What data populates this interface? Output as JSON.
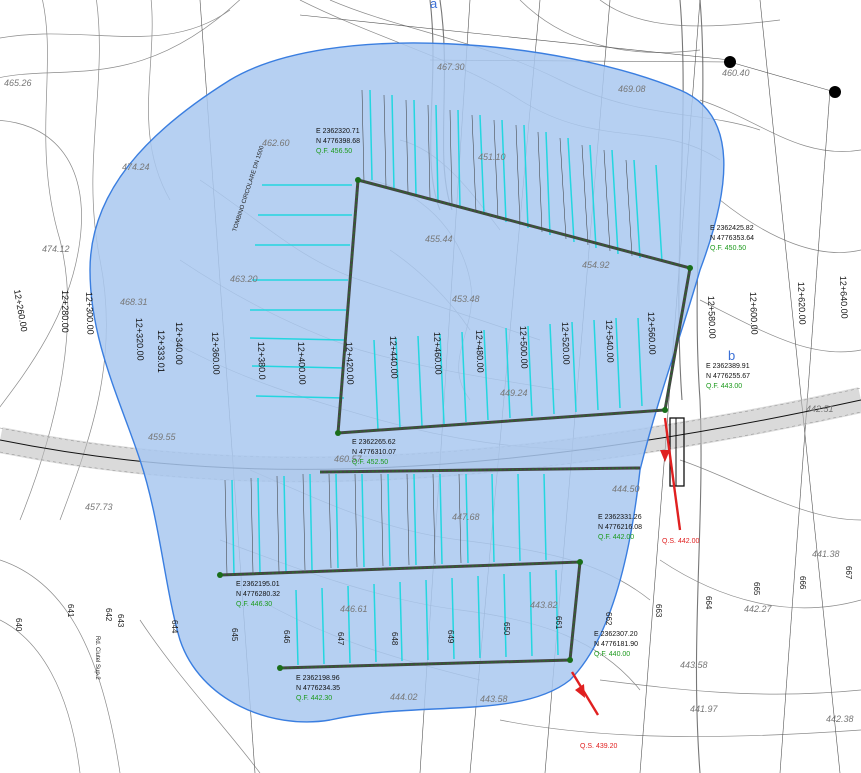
{
  "basin": {
    "fill": "#a9c8f0",
    "stroke": "#3a7ee0"
  },
  "elevations": [
    "467.30",
    "469.08",
    "460.40",
    "462.60",
    "451.10",
    "455.44",
    "454.92",
    "474.24",
    "474.12",
    "463.20",
    "468.31",
    "453.48",
    "449.24",
    "442.51",
    "459.55",
    "447.68",
    "444.50",
    "457.73",
    "446.61",
    "443.82",
    "441.38",
    "442.27",
    "444.02",
    "443.58",
    "443.58",
    "441.97",
    "442.38",
    "465.26",
    "460.57"
  ],
  "coord_blocks": [
    {
      "e": "E 2362320.71",
      "n": "N 4776398.68",
      "q": "Q.F. 456.50"
    },
    {
      "e": "E 2362425.82",
      "n": "N 4776353.64",
      "q": "Q.F. 450.50"
    },
    {
      "e": "E 2362389.91",
      "n": "N 4776255.67",
      "q": "Q.F. 443.00"
    },
    {
      "e": "E 2362265.62",
      "n": "N 4776310.07",
      "q": "Q.F. 452.50"
    },
    {
      "e": "E 2362331.26",
      "n": "N 4776216.08",
      "q": "Q.F. 442.00"
    },
    {
      "e": "E 2362195.01",
      "n": "N 4776280.32",
      "q": "Q.F. 446.30"
    },
    {
      "e": "E 2362307.20",
      "n": "N 4776181.90",
      "q": "Q.F. 440.00"
    },
    {
      "e": "E 2362198.96",
      "n": "N 4776234.35",
      "q": "Q.F. 442.30"
    }
  ],
  "outlets": [
    "Q.S. 442.00",
    "Q.S. 439.20"
  ],
  "chainages": [
    "12+260.00",
    "12+280.00",
    "12+300.00",
    "12+320.00",
    "12+333.01",
    "12+340.00",
    "12+360.00",
    "12+380.0",
    "12+400.00",
    "12+420.00",
    "12+440.00",
    "12+460.00",
    "12+480.00",
    "12+500.00",
    "12+520.00",
    "12+540.00",
    "12+560.00",
    "12+580.00",
    "12+600.00",
    "12+620.00",
    "12+640.00"
  ],
  "pk_labels": [
    "640",
    "641",
    "642",
    "643",
    "644",
    "645",
    "646",
    "647",
    "648",
    "649",
    "650",
    "661",
    "662",
    "663",
    "664",
    "665",
    "666",
    "667"
  ],
  "road_labels": [
    "Rd. Ciutel Sup.2",
    "TOMBINO CIRCOLARE DN 1500"
  ],
  "axis_letters": [
    "a",
    "b"
  ]
}
